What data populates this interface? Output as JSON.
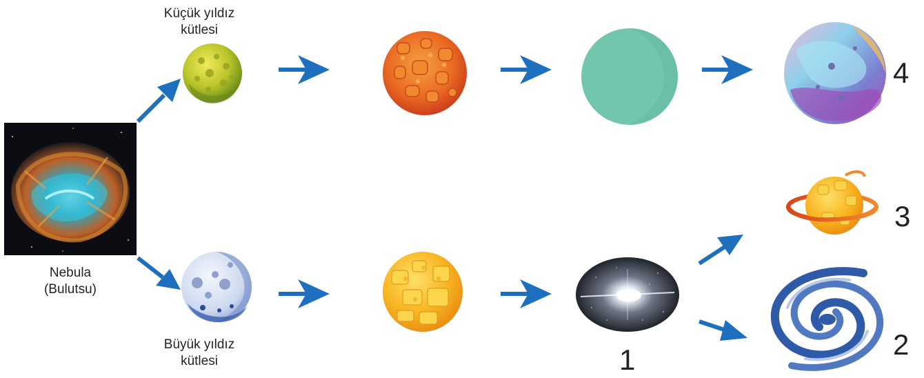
{
  "labels": {
    "small_mass_line1": "Küçük yıldız",
    "small_mass_line2": "kütlesi",
    "large_mass_line1": "Büyük yıldız",
    "large_mass_line2": "kütlesi",
    "nebula_line1": "Nebula",
    "nebula_line2": "(Bulutsu)"
  },
  "numbers": {
    "n1": "1",
    "n2": "2",
    "n3": "3",
    "n4": "4"
  },
  "colors": {
    "arrow": "#1f6fbf"
  }
}
